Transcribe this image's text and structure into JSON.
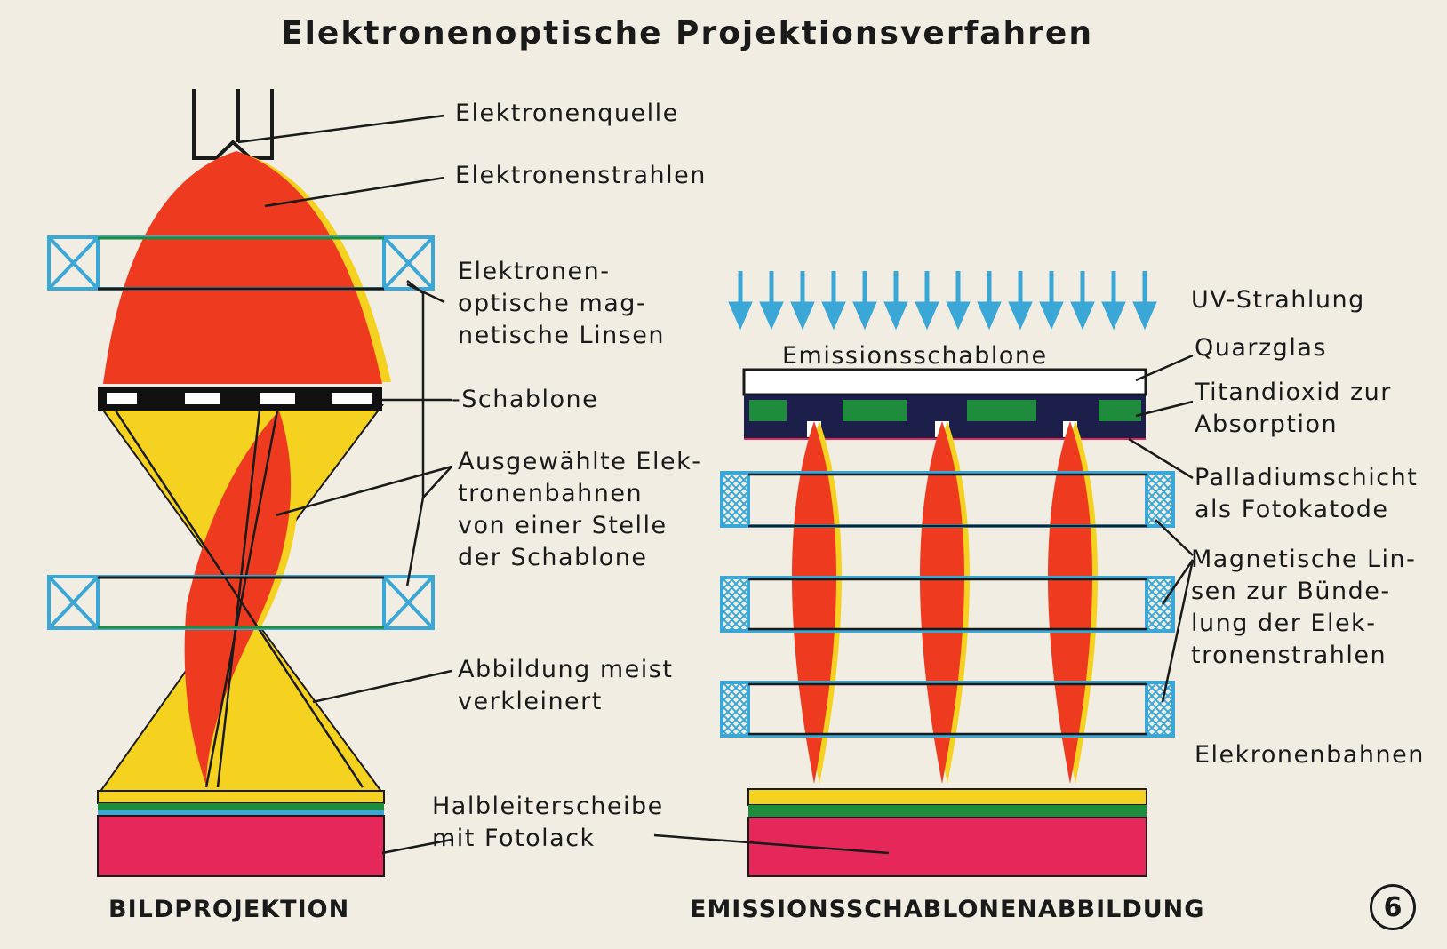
{
  "title": "Elektronenoptische Projektionsverfahren",
  "labels": {
    "elektronenquelle": "Elektronenquelle",
    "elektronenstrahlen": "Elektronenstrahlen",
    "linsen": "Elektronen-\noptische mag-\nnetische Linsen",
    "schablone": "-Schablone",
    "ausgewaehlte": "Ausgewählte Elek-\ntronenbahnen\nvon einer Stelle\nder Schablone",
    "abbildung": "Abbildung meist\nverkleinert",
    "halbleiter": "Halbleiterscheibe\nmit Fotolack",
    "uv": "UV-Strahlung",
    "emissionsschablone": "Emissionsschablone",
    "quarzglas": "Quarzglas",
    "titandioxid": "Titandioxid zur\nAbsorption",
    "palladium": "Palladiumschicht\nals Fotokatode",
    "magnetische": "Magnetische Lin-\nsen zur Bünde-\nlung der Elek-\ntronenstrahlen",
    "elekronenbahnen": "Elekronenbahnen"
  },
  "captions": {
    "left": "BILDPROJEKTION",
    "right": "EMISSIONSSCHABLONENABBILDUNG"
  },
  "figure_number": "6",
  "colors": {
    "background": "#f1ede2",
    "beam_red": "#ee3a1e",
    "beam_yellow": "#f5d21f",
    "lens_blue": "#3aa7d6",
    "titanium_green": "#1e8c3c",
    "wafer_pink": "#e5275a",
    "outline": "#1a1a1a"
  },
  "icons": {
    "uv_arrow": "arrow-down-icon",
    "lens_coil": "crossed-box-icon"
  }
}
